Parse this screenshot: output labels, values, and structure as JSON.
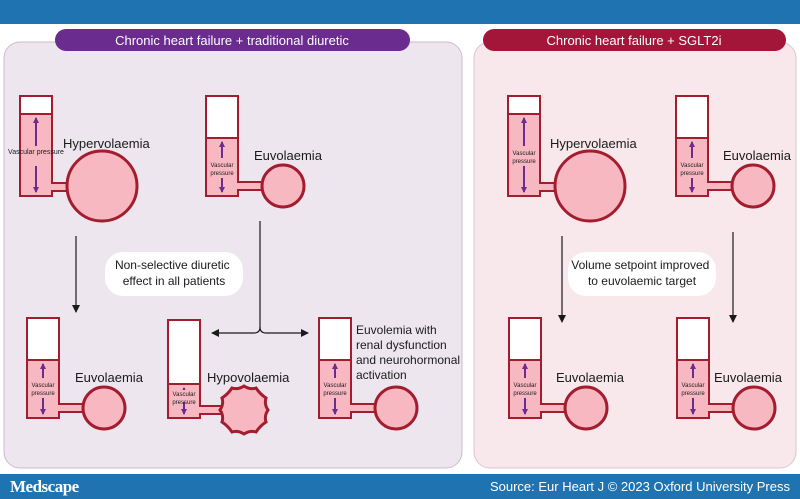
{
  "colors": {
    "header_bar": "#1f73b0",
    "left_panel_bg": "#ede6ef",
    "right_panel_bg": "#f8e8ec",
    "left_title_bg": "#6a2c8e",
    "right_title_bg": "#a3163a",
    "vessel_outline": "#a31d2f",
    "vessel_fill": "#f8b8c2",
    "arrow_purple": "#6a2c8e"
  },
  "left_panel": {
    "title": "Chronic heart failure + traditional diuretic",
    "node_hyper": {
      "label": "Hypervolaemia",
      "vessel_label": "Vascular pressure"
    },
    "node_euvo_top": {
      "label": "Euvolaemia",
      "vessel_label": "Vascular pressure"
    },
    "callout": {
      "line1": "Non-selective diuretic",
      "line2": "effect in all patients"
    },
    "node_euvo_bottom": {
      "label": "Euvolaemia",
      "vessel_label": "Vascular pressure"
    },
    "node_hypo": {
      "label": "Hypovolaemia",
      "vessel_label": "Vascular pressure"
    },
    "node_renal": {
      "line1": "Euvolemia with",
      "line2": "renal dysfunction",
      "line3": "and neurohormonal",
      "line4": "activation",
      "vessel_label": "Vascular pressure"
    }
  },
  "right_panel": {
    "title": "Chronic heart failure + SGLT2i",
    "node_hyper": {
      "label": "Hypervolaemia",
      "vessel_label": "Vascular pressure"
    },
    "node_euvo_top": {
      "label": "Euvolaemia",
      "vessel_label": "Vascular pressure"
    },
    "callout": {
      "line1": "Volume setpoint improved",
      "line2": "to euvolaemic target"
    },
    "node_euvo_bl": {
      "label": "Euvolaemia",
      "vessel_label": "Vascular pressure"
    },
    "node_euvo_br": {
      "label": "Euvolaemia",
      "vessel_label": "Vascular pressure"
    }
  },
  "footer": {
    "logo": "Medscape",
    "source": "Source: Eur Heart J © 2023 Oxford University Press"
  }
}
